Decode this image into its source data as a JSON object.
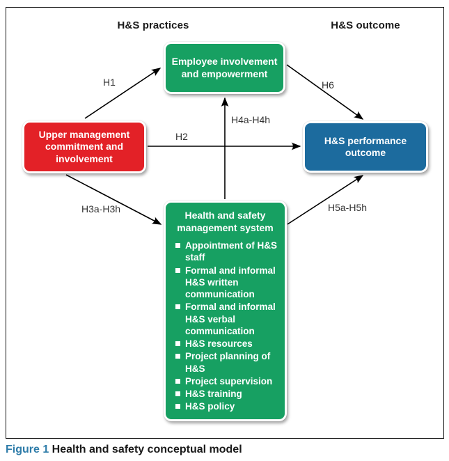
{
  "figure": {
    "headers": {
      "practices": "H&S practices",
      "outcome": "H&S outcome"
    },
    "nodes": {
      "employee_involvement": {
        "label": "Employee involvement and empowerment",
        "color": "#17A062"
      },
      "upper_management": {
        "label": "Upper management commitment and involvement",
        "color": "#E32127"
      },
      "performance_outcome": {
        "label": "H&S performance outcome",
        "color": "#1C6B9E"
      },
      "hs_management_system": {
        "title": "Health and safety management system",
        "color": "#17A062",
        "bullets": [
          "Appointment of H&S staff",
          "Formal and informal H&S written communication",
          "Formal and informal H&S verbal communication",
          "H&S resources",
          "Project planning of H&S",
          "Project supervision",
          "H&S training",
          "H&S policy"
        ]
      }
    },
    "edge_labels": {
      "h1": "H1",
      "h2": "H2",
      "h3": "H3a-H3h",
      "h4": "H4a-H4h",
      "h5": "H5a-H5h",
      "h6": "H6"
    },
    "caption": {
      "prefix": "Figure 1",
      "text": " Health and safety conceptual model",
      "prefix_color": "#2E7CA9"
    }
  }
}
